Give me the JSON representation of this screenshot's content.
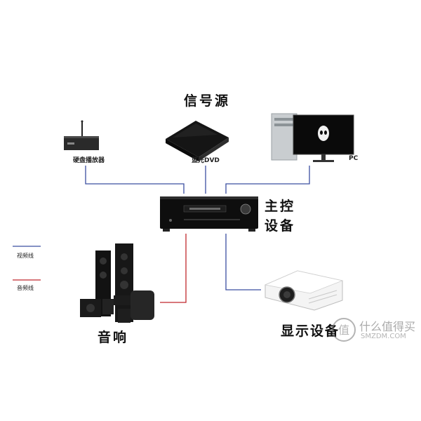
{
  "source_box": {
    "title": "信号源",
    "devices": [
      {
        "name": "hdd-player",
        "label": "硬盘播放器"
      },
      {
        "name": "bluray-player",
        "label": "蓝光DVD"
      },
      {
        "name": "pc",
        "label": "PC"
      }
    ]
  },
  "receiver_box": {
    "title_line1": "主控",
    "title_line2": "设备"
  },
  "speaker_box": {
    "title": "音响"
  },
  "display_box": {
    "title": "显示设备"
  },
  "legend": {
    "video": {
      "label": "视频线",
      "color": "#3b4fa0"
    },
    "audio": {
      "label": "音频线",
      "color": "#c0282d"
    }
  },
  "watermark": {
    "text": "什么值得买",
    "sub": "SMZDM.COM"
  }
}
